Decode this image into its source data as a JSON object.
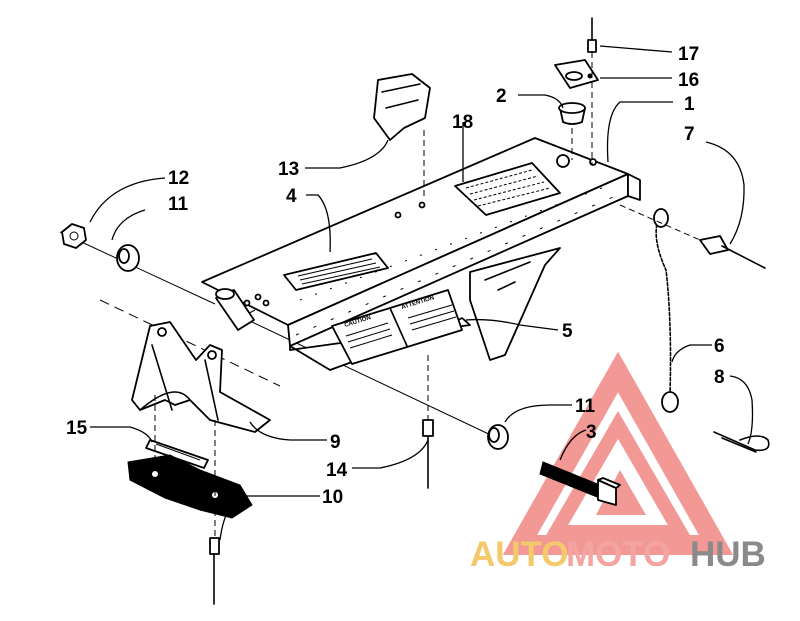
{
  "callouts": [
    {
      "id": "c1",
      "label": "1"
    },
    {
      "id": "c2",
      "label": "2"
    },
    {
      "id": "c3",
      "label": "3"
    },
    {
      "id": "c4",
      "label": "4"
    },
    {
      "id": "c5",
      "label": "5"
    },
    {
      "id": "c6",
      "label": "6"
    },
    {
      "id": "c7",
      "label": "7"
    },
    {
      "id": "c8",
      "label": "8"
    },
    {
      "id": "c9",
      "label": "9"
    },
    {
      "id": "c10",
      "label": "10"
    },
    {
      "id": "c11a",
      "label": "11"
    },
    {
      "id": "c11b",
      "label": "11"
    },
    {
      "id": "c12",
      "label": "12"
    },
    {
      "id": "c13",
      "label": "13"
    },
    {
      "id": "c14",
      "label": "14"
    },
    {
      "id": "c15",
      "label": "15"
    },
    {
      "id": "c16",
      "label": "16"
    },
    {
      "id": "c17",
      "label": "17"
    },
    {
      "id": "c18",
      "label": "18"
    }
  ],
  "decals": {
    "caution": "CAUTION",
    "attention": "ATTENTION"
  },
  "watermark": {
    "part1": "AUTO",
    "part2": "MOTO",
    "part3": "HUB",
    "color_auto": "#f3c96b",
    "color_moto": "#f4a5a2",
    "color_hub": "#8a8a8a",
    "triangle_color": "#e8443f"
  }
}
